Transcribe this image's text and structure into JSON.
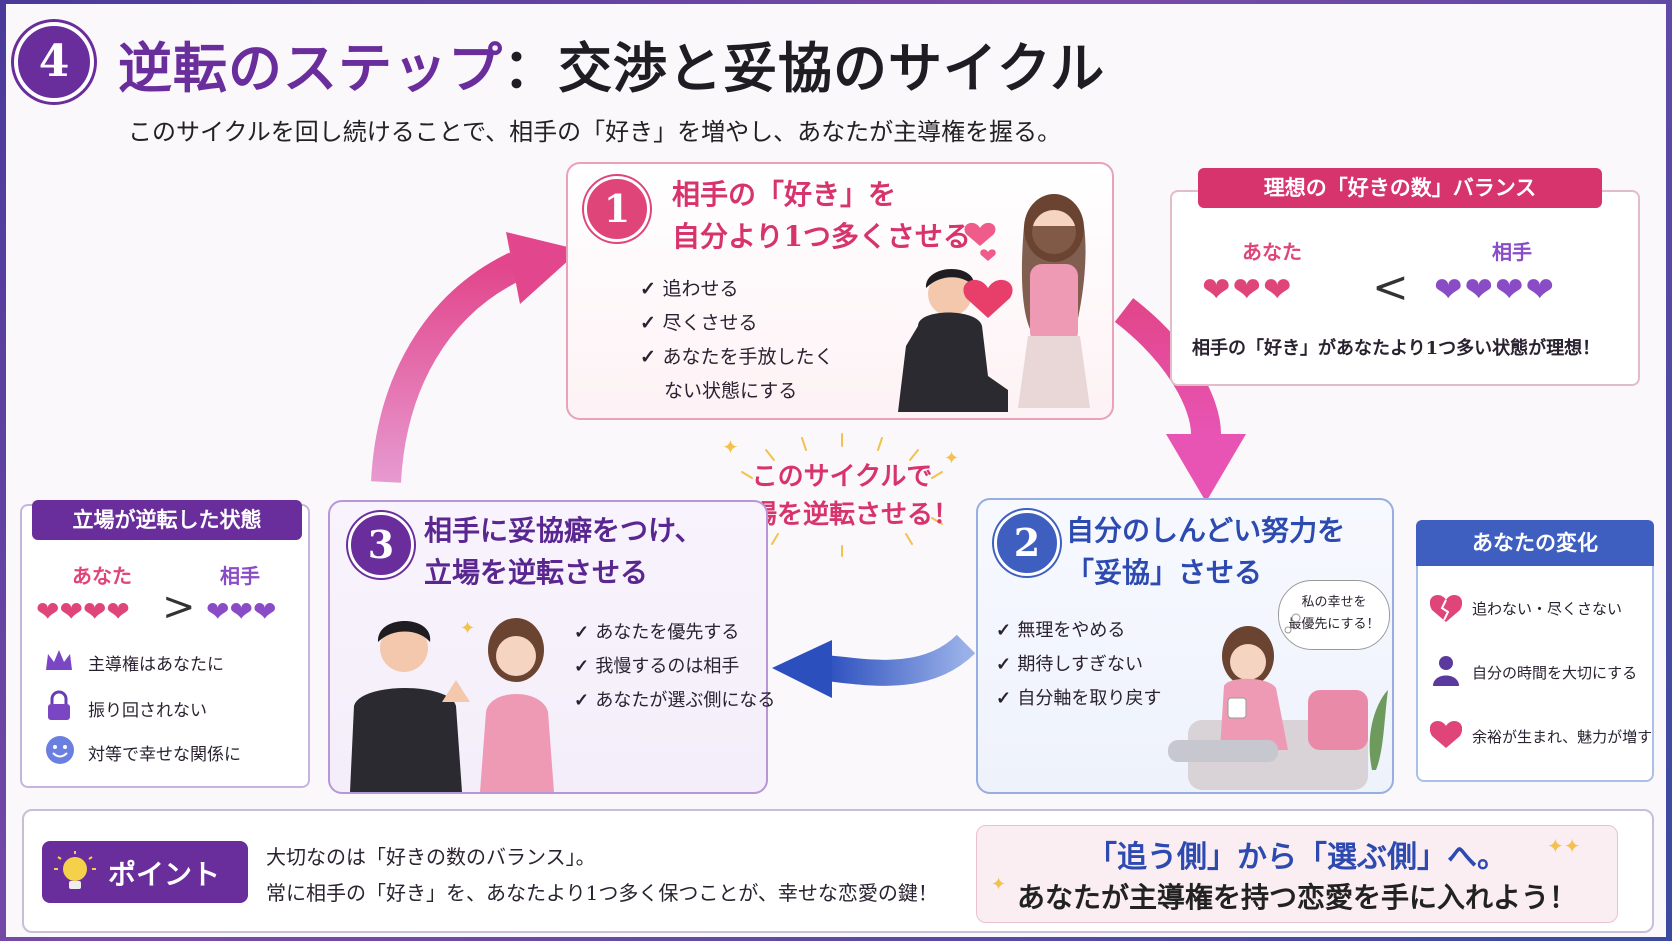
{
  "header": {
    "step_number": "4",
    "title_part1": "逆転のステップ",
    "title_sep": "：",
    "title_part2": "交渉と妥協のサイクル",
    "subtitle": "このサイクルを回し続けることで、相手の「好き」を増やし、あなたが主導権を握る。"
  },
  "step1": {
    "number": "1",
    "title_line1": "相手の「好き」を",
    "title_line2": "自分より1つ多くさせる",
    "items": [
      "追わせる",
      "尽くさせる",
      "あなたを手放したく",
      "ない状態にする"
    ]
  },
  "step2": {
    "number": "2",
    "title_line1": "自分のしんどい努力を",
    "title_line2": "「妥協」させる",
    "items": [
      "無理をやめる",
      "期待しすぎない",
      "自分軸を取り戻す"
    ],
    "thought_line1": "私の幸せを",
    "thought_line2": "最優先にする！"
  },
  "step3": {
    "number": "3",
    "title_line1": "相手に妥協癖をつけ、",
    "title_line2": "立場を逆転させる",
    "items": [
      "あなたを優先する",
      "我慢するのは相手",
      "あなたが選ぶ側になる"
    ]
  },
  "center_burst": {
    "line1": "このサイクルで",
    "line2": "立場を逆転させる！"
  },
  "balance_box": {
    "title": "理想の「好きの数」バランス",
    "you_label": "あなた",
    "partner_label": "相手",
    "you_hearts": 3,
    "partner_hearts": 4,
    "comparator": "<",
    "caption": "相手の「好き」があなたより1つ多い状態が理想！"
  },
  "reversed_box": {
    "title": "立場が逆転した状態",
    "you_label": "あなた",
    "partner_label": "相手",
    "you_hearts": 4,
    "partner_hearts": 3,
    "comparator": ">",
    "rows": [
      {
        "icon": "crown-icon",
        "text": "主導権はあなたに"
      },
      {
        "icon": "lock-icon",
        "text": "振り回されない"
      },
      {
        "icon": "smile-icon",
        "text": "対等で幸せな関係に"
      }
    ]
  },
  "change_box": {
    "title": "あなたの変化",
    "rows": [
      {
        "icon": "broken-heart-icon",
        "text": "追わない・尽くさない"
      },
      {
        "icon": "person-icon",
        "text": "自分の時間を大切にする"
      },
      {
        "icon": "heart-icon",
        "text": "余裕が生まれ、魅力が増す"
      }
    ]
  },
  "point": {
    "label": "ポイント",
    "line1": "大切なのは「好きの数のバランス」。",
    "line2": "常に相手の「好き」を、あなたより1つ多く保つことが、幸せな恋愛の鍵！",
    "callout_line1": "「追う側」から「選ぶ側」へ。",
    "callout_line2": "あなたが主導権を持つ恋愛を手に入れよう！"
  },
  "colors": {
    "purple": "#6a2d9c",
    "pink": "#e0457a",
    "blue": "#3f5fc0",
    "heart_pink": "#e0457a",
    "heart_purple": "#8a4cc6"
  }
}
